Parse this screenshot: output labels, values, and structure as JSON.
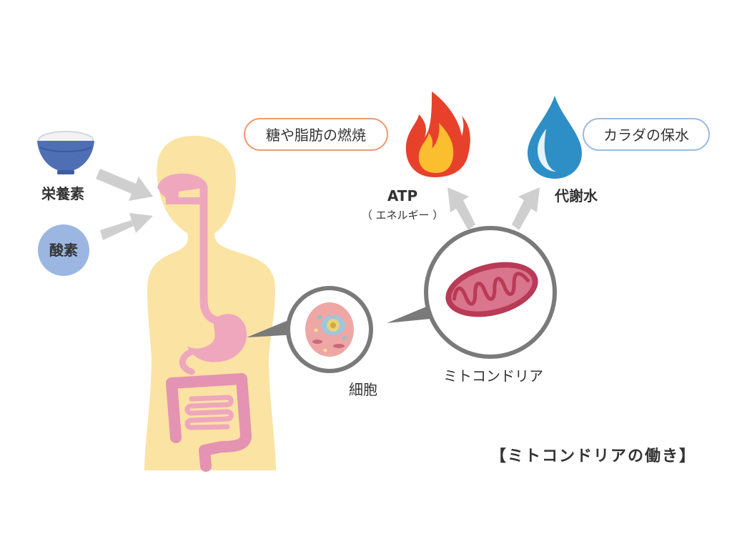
{
  "title": "【ミトコンドリアの働き】",
  "inputs": {
    "nutrients": "栄養素",
    "oxygen": "酸素"
  },
  "cell_label": "細胞",
  "mitochondria_label": "ミトコンドリア",
  "outputs": {
    "atp": "ATP",
    "atp_sub": "（ エネルギー ）",
    "atp_effect": "糖や脂肪の燃焼",
    "water": "代謝水",
    "water_effect": "カラダの保水"
  },
  "colors": {
    "body": "#fbe3a3",
    "organ": "#eea7bd",
    "arrow": "#cfcfcf",
    "mito": "#b93a57",
    "fire": "#e8412b",
    "fire_inner": "#fbbe2e",
    "water": "#2e8fc6",
    "oxygen": "#9cb6e2",
    "badge_border_orange": "#ef9a74",
    "badge_border_blue": "#9bbbe3"
  }
}
